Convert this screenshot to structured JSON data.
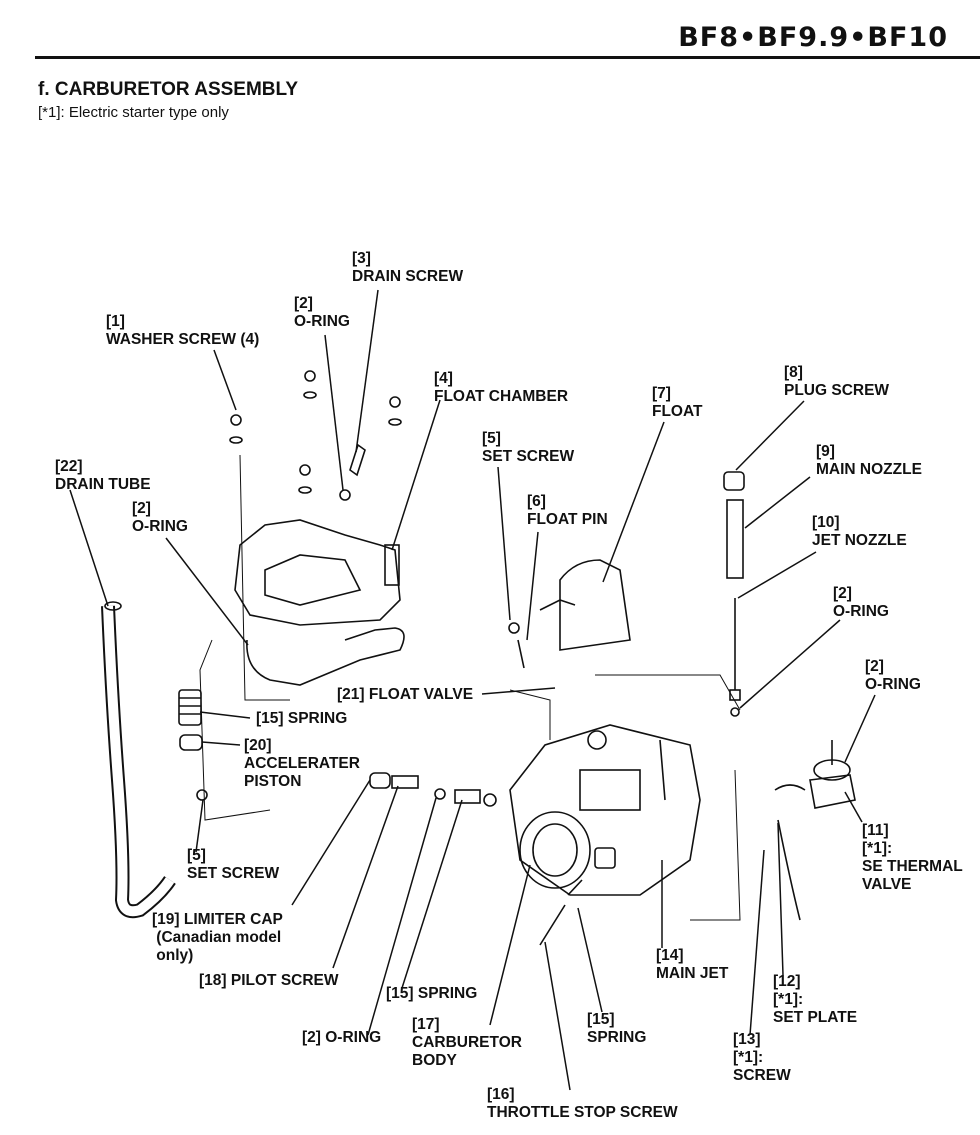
{
  "header": {
    "model": "BF8•BF9.9•BF10"
  },
  "section": {
    "title": "f. CARBURETOR ASSEMBLY",
    "note": "[*1]: Electric starter type only"
  },
  "labels": {
    "washer_screw": "[1]\nWASHER SCREW (4)",
    "oring_top": "[2]\nO-RING",
    "drain_screw": "[3]\nDRAIN SCREW",
    "float_chamber": "[4]\nFLOAT CHAMBER",
    "drain_tube": "[22]\nDRAIN TUBE",
    "oring_left": "[2]\nO-RING",
    "set_screw_mid": "[5]\nSET SCREW",
    "float_pin": "[6]\nFLOAT PIN",
    "float": "[7]\nFLOAT",
    "plug_screw": "[8]\nPLUG SCREW",
    "main_nozzle": "[9]\nMAIN NOZZLE",
    "jet_nozzle": "[10]\nJET NOZZLE",
    "oring_right1": "[2]\nO-RING",
    "oring_right2": "[2]\nO-RING",
    "float_valve": "[21] FLOAT VALVE",
    "spring_left": "[15] SPRING",
    "accel_piston": "[20]\nACCELERATER\nPISTON",
    "set_screw_left": "[5]\nSET SCREW",
    "thermal_valve": "[11]\n[*1]:\nSE THERMAL\nVALVE",
    "limiter_cap": "[19] LIMITER CAP\n (Canadian model\n only)",
    "pilot_screw": "[18] PILOT SCREW",
    "spring_mid": "[15] SPRING",
    "oring_bottom": "[2] O-RING",
    "carb_body": "[17]\nCARBURETOR\nBODY",
    "spring_lower": "[15]\nSPRING",
    "main_jet": "[14]\nMAIN JET",
    "set_plate": "[12]\n[*1]:\nSET PLATE",
    "screw": "[13]\n[*1]:\nSCREW",
    "throttle_stop": "[16]\nTHROTTLE STOP SCREW"
  }
}
